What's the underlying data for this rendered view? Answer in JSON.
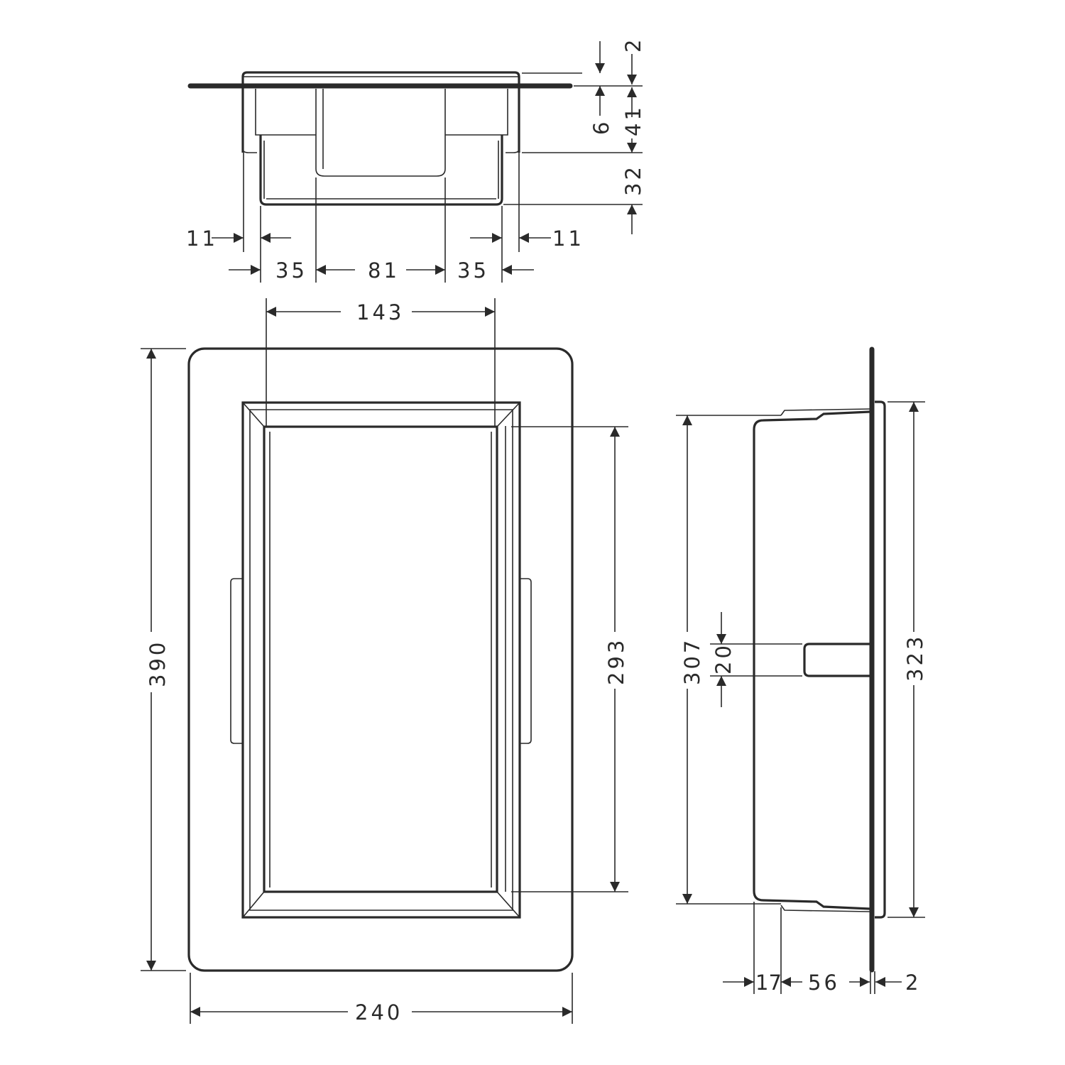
{
  "colors": {
    "line": "#2a2a2a",
    "background": "#ffffff"
  },
  "top_view": {
    "dims": {
      "left_flange": "11",
      "right_flange": "11",
      "left_side": "35",
      "center": "81",
      "right_side": "35",
      "offset": "6",
      "wall": "2",
      "flange_depth": "41",
      "body_depth": "32"
    }
  },
  "front_view": {
    "dims": {
      "inner_width": "143",
      "outer_height": "390",
      "outer_width": "240",
      "inner_height": "293"
    }
  },
  "side_view": {
    "dims": {
      "box_height": "307",
      "shelf": "20",
      "flange_height": "323",
      "front": "17",
      "depth": "56",
      "wall": "2"
    }
  }
}
